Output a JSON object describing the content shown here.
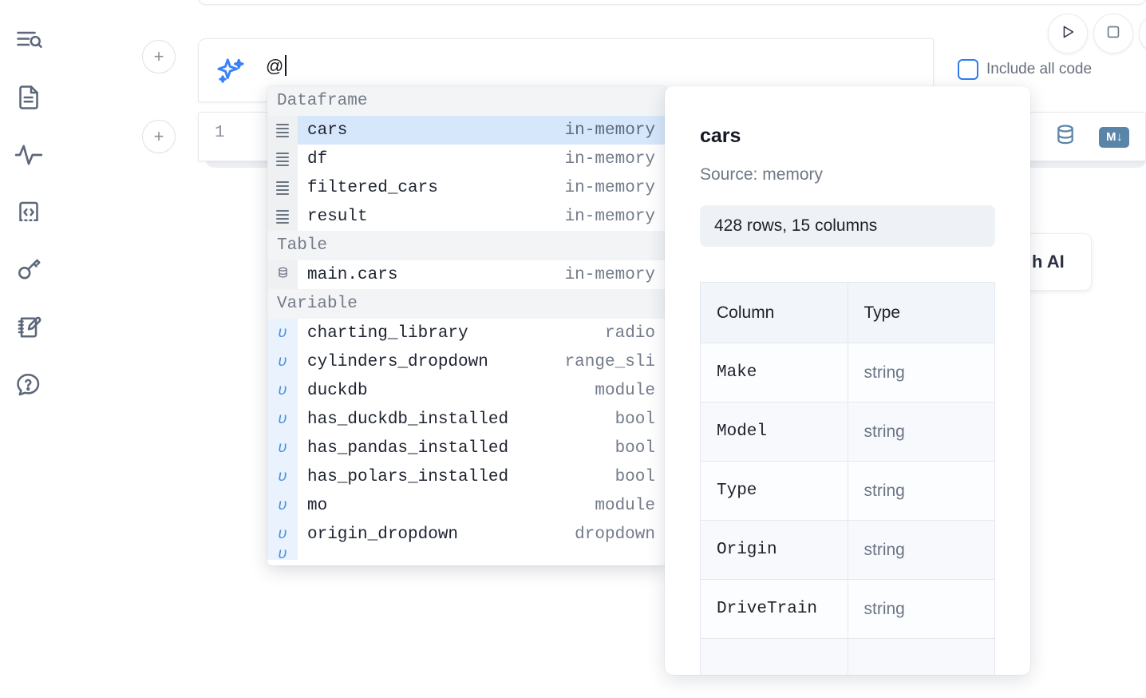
{
  "sidebar": {
    "items": [
      {
        "name": "explore-outline-icon",
        "label": "Outline"
      },
      {
        "name": "file-text-icon",
        "label": "Notebook files"
      },
      {
        "name": "activity-icon",
        "label": "Variables"
      },
      {
        "name": "code-brackets-icon",
        "label": "Snippets"
      },
      {
        "name": "key-icon",
        "label": "Secrets"
      },
      {
        "name": "scratchpad-icon",
        "label": "Scratchpad"
      },
      {
        "name": "help-chat-icon",
        "label": "Help"
      }
    ]
  },
  "cell": {
    "add_button_label": "+",
    "ai_prompt_value": "@",
    "ai_icon": "sparkles-icon",
    "line_number": "1",
    "database_icon": "database-icon",
    "markdown_icon": "markdown-icon",
    "markdown_label": "M",
    "markdown_arrow": "↓"
  },
  "toolbar": {
    "run_icon": "play-icon",
    "stop_icon": "stop-square-icon",
    "more_icon": "circle-button-icon",
    "include_all_code_label": "Include all code",
    "include_all_code_checked": false
  },
  "ai_pill": {
    "label": "h AI"
  },
  "autocomplete": {
    "sections": [
      {
        "title": "Dataframe",
        "icon": "dataframe-rows-icon",
        "items": [
          {
            "label": "cars",
            "type": "in-memory",
            "selected": true
          },
          {
            "label": "df",
            "type": "in-memory",
            "selected": false
          },
          {
            "label": "filtered_cars",
            "type": "in-memory",
            "selected": false
          },
          {
            "label": "result",
            "type": "in-memory",
            "selected": false
          }
        ]
      },
      {
        "title": "Table",
        "icon": "database-icon",
        "items": [
          {
            "label": "main.cars",
            "type": "in-memory",
            "selected": false
          }
        ]
      },
      {
        "title": "Variable",
        "icon": "variable-icon",
        "items": [
          {
            "label": "charting_library",
            "type": "radio",
            "selected": false
          },
          {
            "label": "cylinders_dropdown",
            "type": "range_sli",
            "selected": false
          },
          {
            "label": "duckdb",
            "type": "module",
            "selected": false
          },
          {
            "label": "has_duckdb_installed",
            "type": "bool",
            "selected": false
          },
          {
            "label": "has_pandas_installed",
            "type": "bool",
            "selected": false
          },
          {
            "label": "has_polars_installed",
            "type": "bool",
            "selected": false
          },
          {
            "label": "mo",
            "type": "module",
            "selected": false
          },
          {
            "label": "origin_dropdown",
            "type": "dropdown",
            "selected": false
          }
        ]
      }
    ]
  },
  "docs": {
    "title": "cars",
    "source": "Source: memory",
    "stats": "428 rows, 15 columns",
    "table": {
      "headers": [
        "Column",
        "Type"
      ],
      "rows": [
        [
          "Make",
          "string"
        ],
        [
          "Model",
          "string"
        ],
        [
          "Type",
          "string"
        ],
        [
          "Origin",
          "string"
        ],
        [
          "DriveTrain",
          "string"
        ]
      ]
    }
  },
  "colors": {
    "accent_blue": "#2f7ded",
    "selected_row": "#d7e7fb",
    "section_header": "#f2f4f6",
    "gutter": "#eef0f2",
    "icon_gray": "#5d6779",
    "markdown_badge": "#5b85a8"
  }
}
